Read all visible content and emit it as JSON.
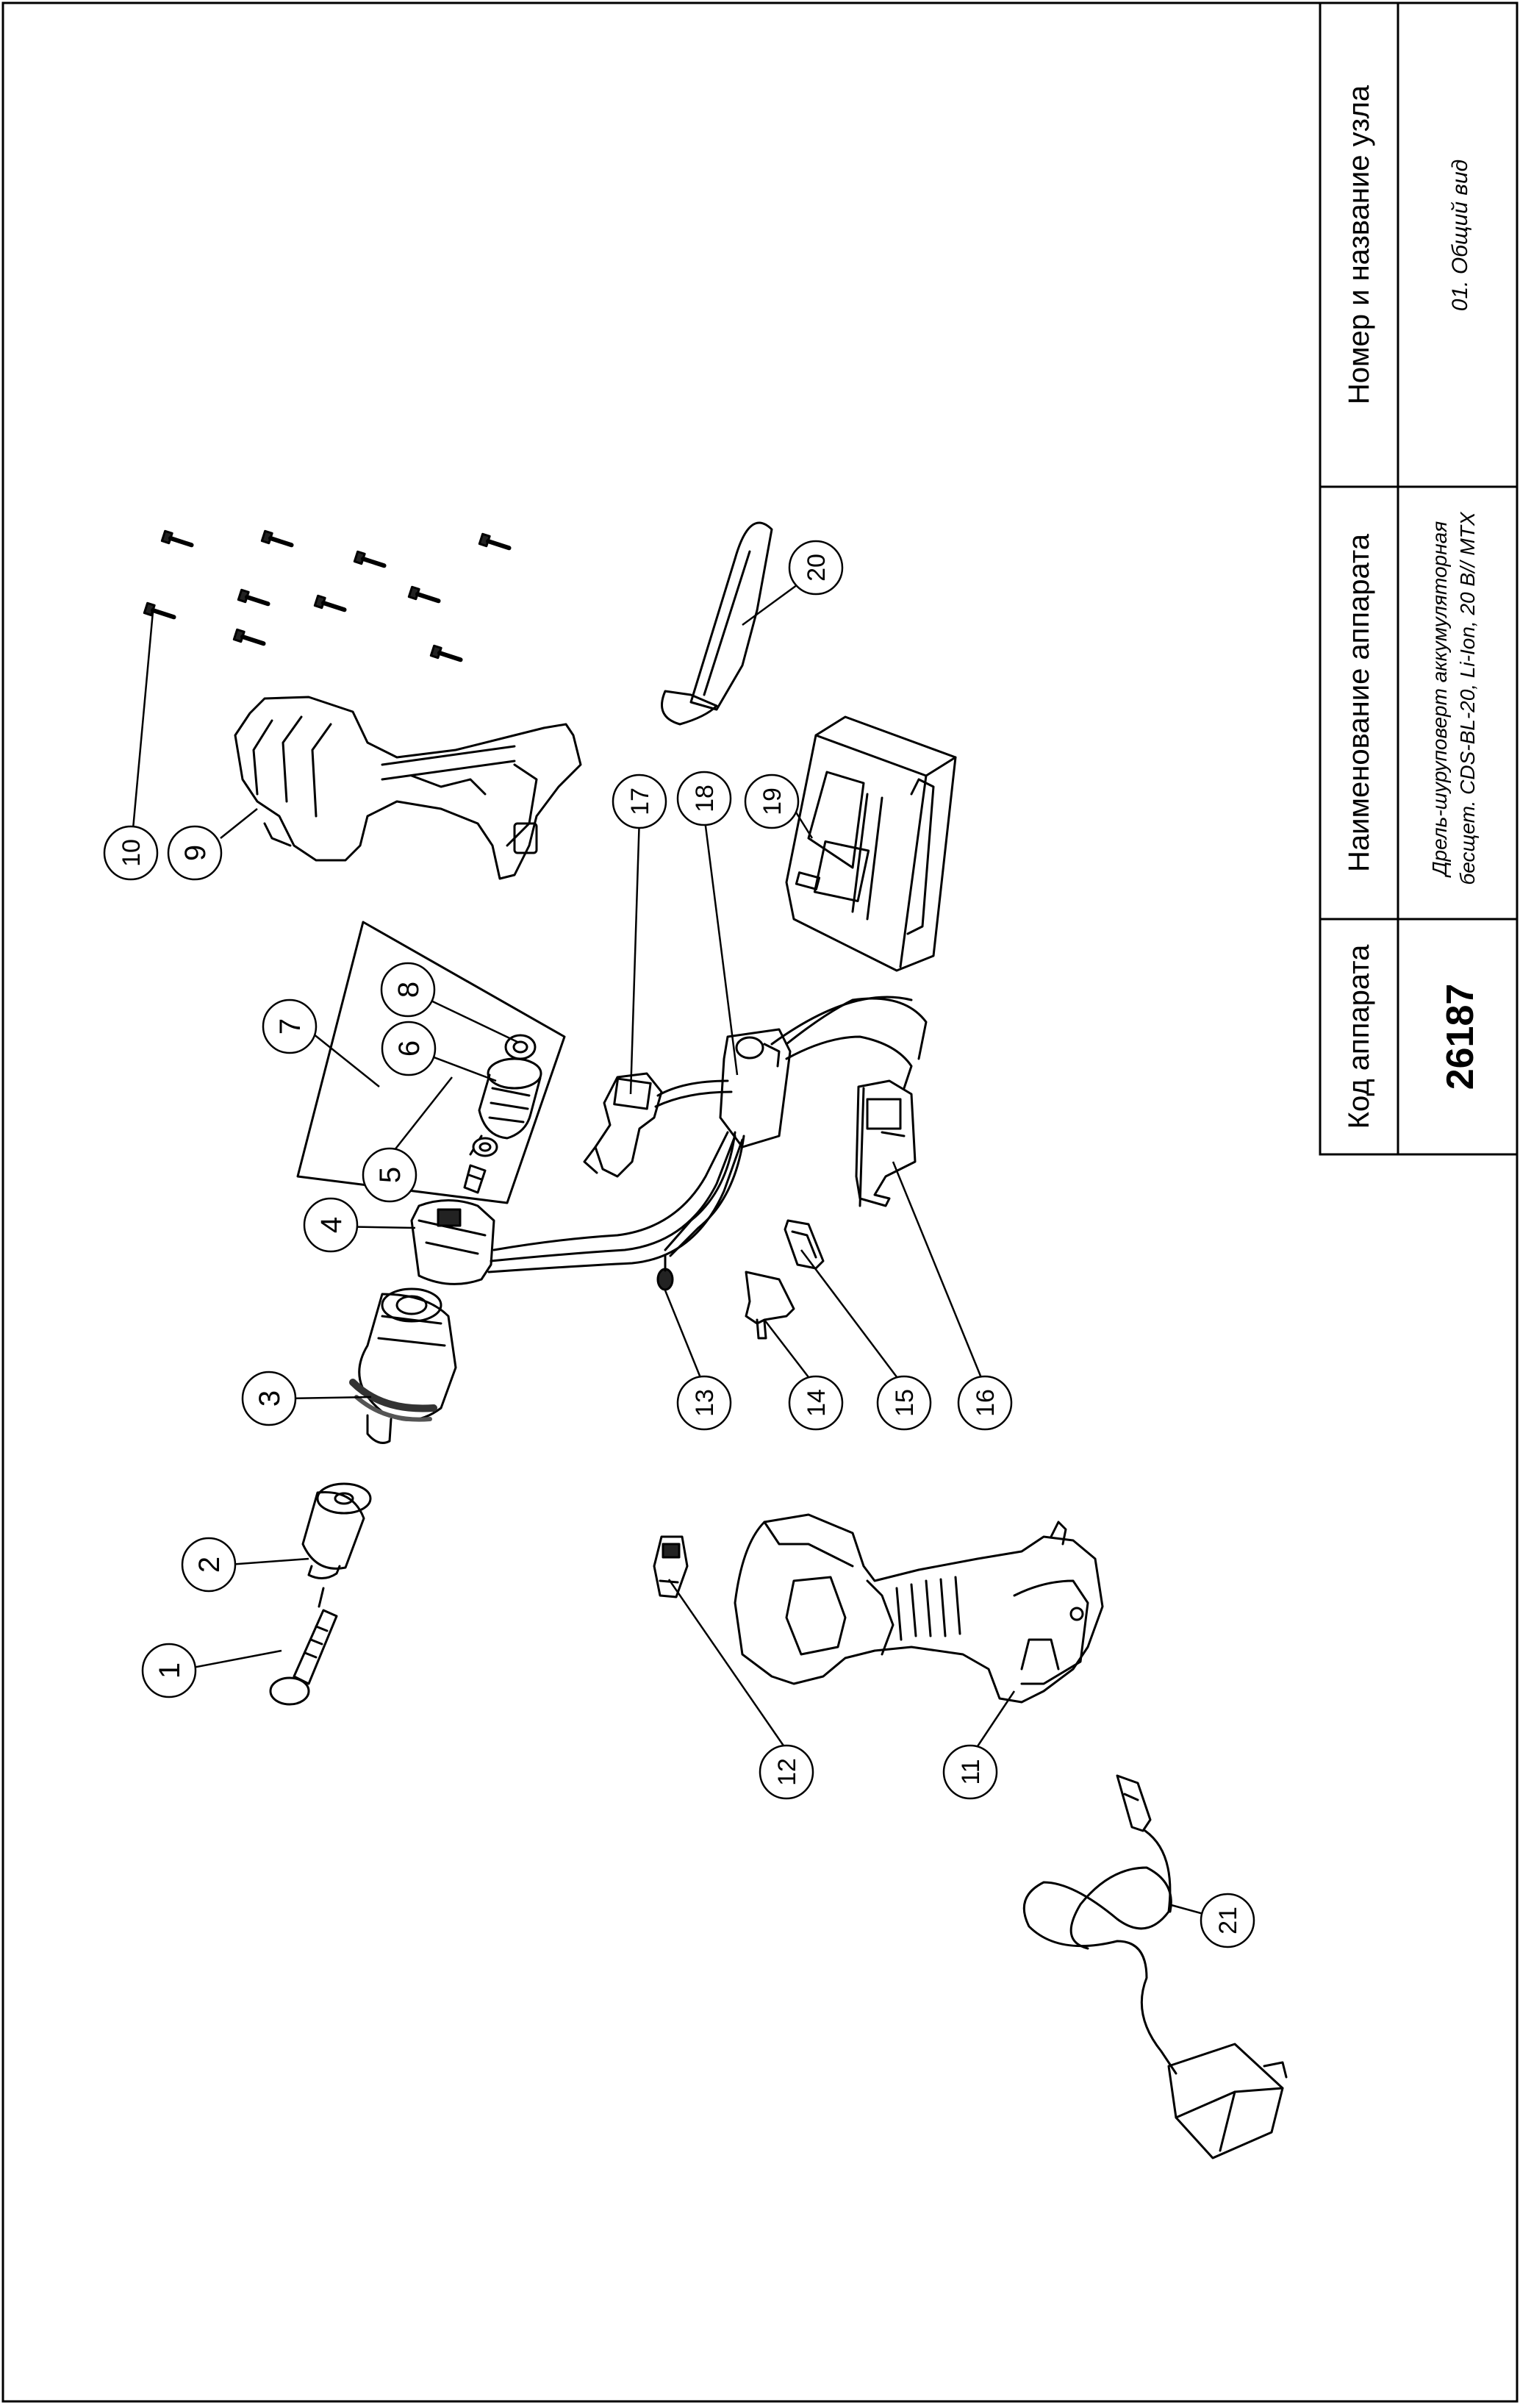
{
  "title_block": {
    "col_code_header": "Код аппарата",
    "col_device_header": "Наименование аппарата",
    "col_node_header": "Номер и название узла",
    "code_value": "26187",
    "device_line1": "Дрель-шуруповерт аккумуляторная",
    "device_line2": "бесщет. CDS-BL-20, Li-Ion, 20 В// МТХ",
    "node_value": "01. Общий вид"
  },
  "callouts": [
    "1",
    "2",
    "3",
    "4",
    "5",
    "6",
    "7",
    "8",
    "9",
    "10",
    "11",
    "12",
    "13",
    "14",
    "15",
    "16",
    "17",
    "18",
    "19",
    "20",
    "21"
  ]
}
